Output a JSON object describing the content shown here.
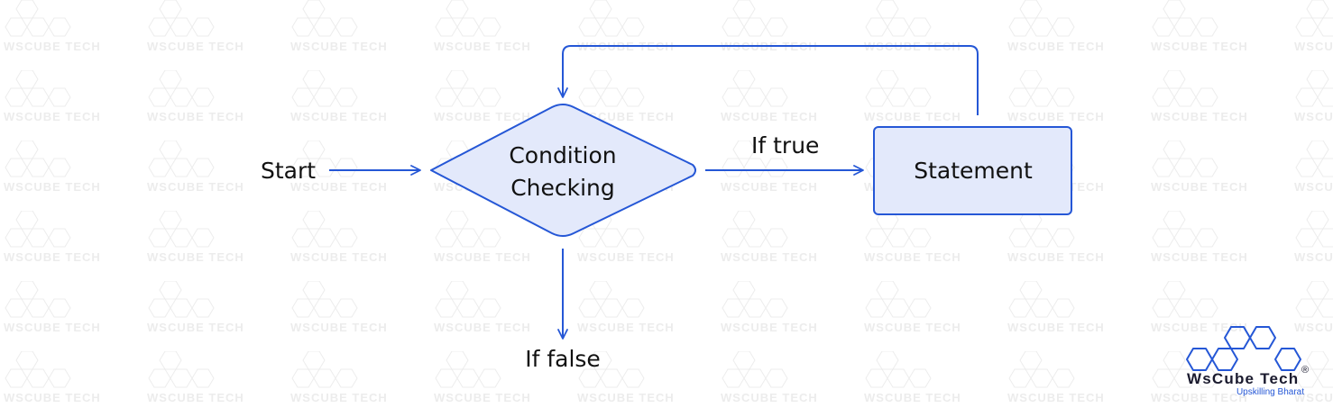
{
  "diagram": {
    "start_label": "Start",
    "condition_line1": "Condition",
    "condition_line2": "Checking",
    "true_label": "If true",
    "false_label": "If false",
    "statement_label": "Statement"
  },
  "logo": {
    "brand": "WsCube Tech",
    "registered": "®",
    "tagline": "Upskilling Bharat"
  },
  "watermark": {
    "text": "WsCube Tech"
  },
  "colors": {
    "stroke": "#2557d6",
    "fill": "#e3e9fb",
    "text": "#111111",
    "logo_dark": "#1a1a2e",
    "logo_accent": "#2557d6",
    "watermark": "#c9c9c9"
  }
}
